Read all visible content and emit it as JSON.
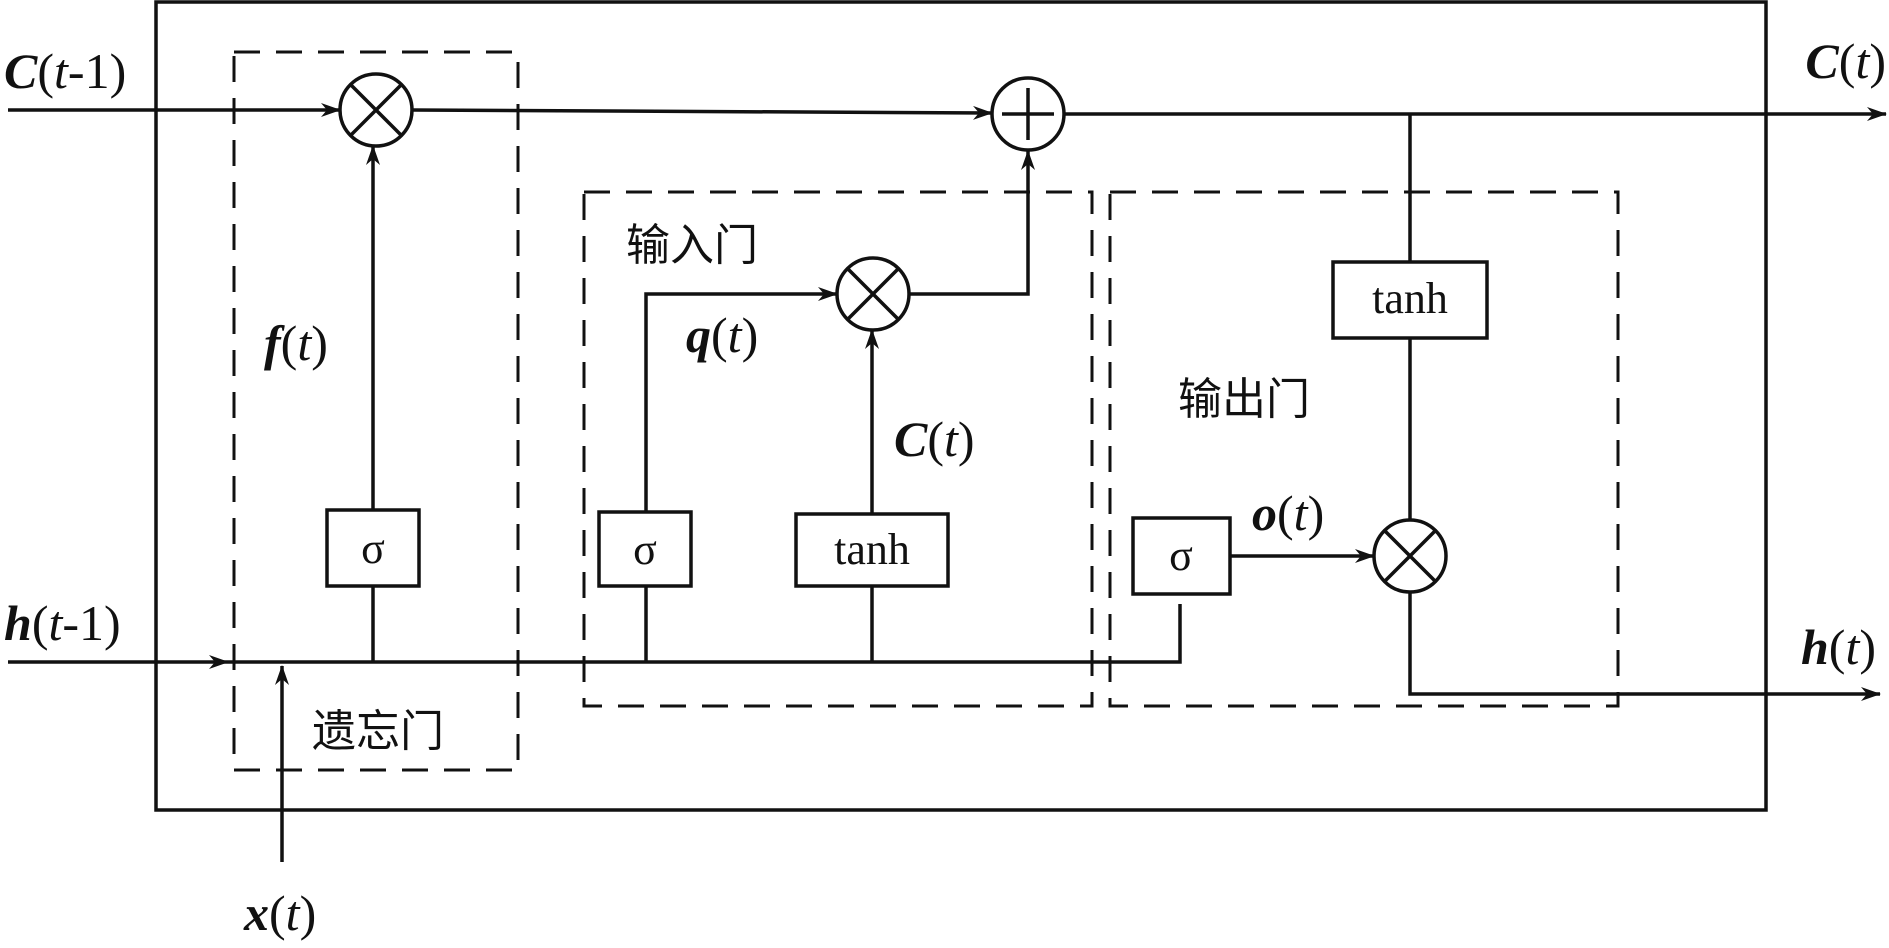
{
  "labels": {
    "c_prev_var": "C",
    "c_prev_arg": "(",
    "c_prev_t": "t",
    "c_prev_rest": "-1)",
    "c_out_var": "C",
    "c_out_rest": "(",
    "c_out_t": "t",
    "c_out_close": ")",
    "h_prev_var": "h",
    "h_prev_open": "(",
    "h_prev_t": "t",
    "h_prev_rest": "-1)",
    "h_out_var": "h",
    "h_out_open": "(",
    "h_out_t": "t",
    "h_out_close": ")",
    "x_var": "x",
    "x_open": "(",
    "x_t": "t",
    "x_close": ")",
    "f_var": "f",
    "f_open": "(",
    "f_t": "t",
    "f_close": ")",
    "q_var": "q",
    "q_open": "(",
    "q_t": "t",
    "q_close": ")",
    "ct_var": "C",
    "ct_open": "(",
    "ct_t": "t",
    "ct_close": ")",
    "o_var": "o",
    "o_open": "(",
    "o_t": "t",
    "o_close": ")"
  },
  "gates": {
    "forget": "遗忘门",
    "input": "输入门",
    "output": "输出门"
  },
  "boxes": {
    "sigma_forget": "σ",
    "sigma_input": "σ",
    "tanh_input": "tanh",
    "sigma_output": "σ",
    "tanh_output": "tanh"
  },
  "operators": {
    "multiply": "multiply-icon",
    "add": "add-icon"
  }
}
